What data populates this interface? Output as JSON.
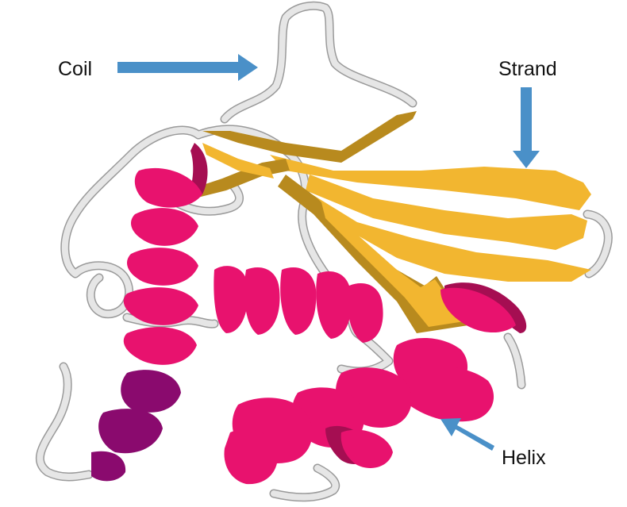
{
  "labels": {
    "coil": "Coil",
    "strand": "Strand",
    "helix": "Helix"
  },
  "colors": {
    "coil": "#e6e6e6",
    "coil_outline": "#9a9a9a",
    "strand": "#f2b630",
    "strand_dark": "#b88a1e",
    "helix": "#e8126e",
    "helix_dark": "#a50e52",
    "helix_purple": "#8a0a6e",
    "arrow": "#4a90c8"
  },
  "icons": {
    "arrow": "arrow-icon"
  }
}
